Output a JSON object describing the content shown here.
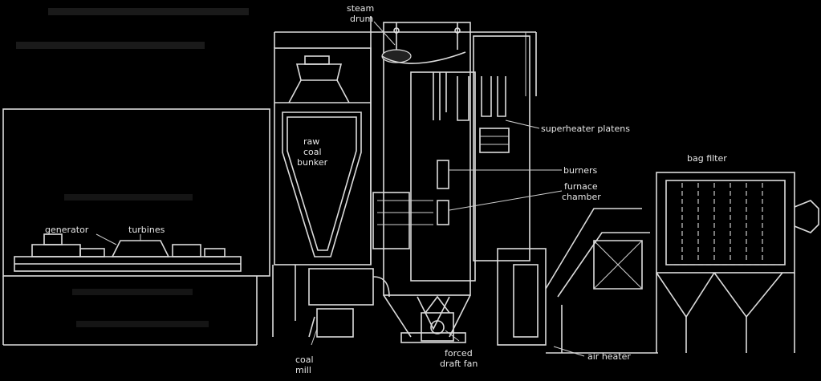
{
  "labels": {
    "steam_drum": [
      "steam",
      "drum"
    ],
    "superheater_platens": "superheater platens",
    "raw_coal_bunker": [
      "raw",
      "coal",
      "bunker"
    ],
    "burners": "burners",
    "furnace_chamber": [
      "furnace",
      "chamber"
    ],
    "bag_filter": "bag filter",
    "generator": "generator",
    "turbines": "turbines",
    "coal_mill": [
      "coal",
      "mill"
    ],
    "forced_draft_fan": [
      "forced",
      "draft fan"
    ],
    "air_heater": "air heater"
  },
  "colors": {
    "background": "#000000",
    "line": "#dcdcdc",
    "text": "#e6e6e6"
  }
}
